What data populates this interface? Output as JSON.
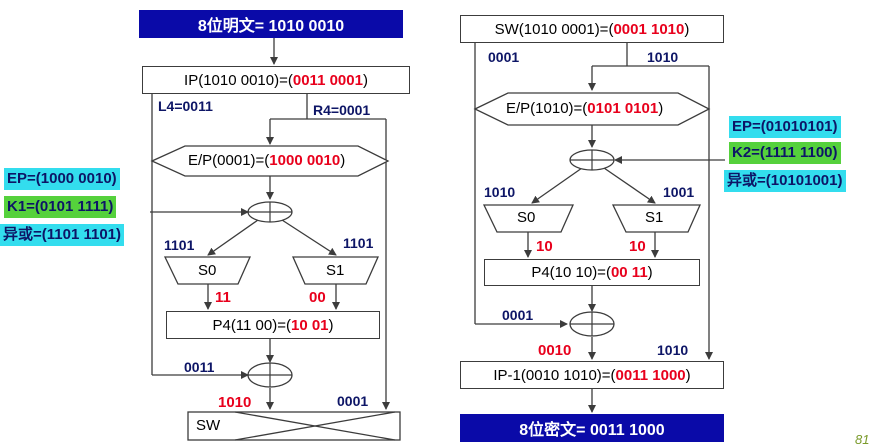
{
  "left": {
    "plaintext_label": "8位明文= 1010 0010",
    "ip_prefix": "IP(1010 0010)=(",
    "ip_value": "0011 0001",
    "ip_suffix": ")",
    "l4_label": "L4=0011",
    "r4_label": "R4=0001",
    "ep_prefix": "E/P(0001)=(",
    "ep_value": "1000 0010",
    "ep_suffix": ")",
    "ep_key_label": "EP=(1000 0010)",
    "k1_label": "K1=(0101 1111)",
    "xor_label": "异或=(1101 1101)",
    "s0_input": "1101",
    "s1_input": "1101",
    "s0_label": "S0",
    "s1_label": "S1",
    "s0_output": "11",
    "s1_output": "00",
    "p4_prefix": "P4(11 00)=(",
    "p4_value": "10 01",
    "p4_suffix": ")",
    "xor_in_label": "0011",
    "xor_out_label": "1010",
    "r_pass_label": "0001",
    "sw_label": "SW"
  },
  "right": {
    "sw_prefix": "SW(1010 0001)=(",
    "sw_value": "0001 1010",
    "sw_suffix": ")",
    "left_half": "0001",
    "right_half": "1010",
    "ep_prefix": "E/P(1010)=(",
    "ep_value": "0101 0101",
    "ep_suffix": ")",
    "ep_key_label": "EP=(01010101)",
    "k2_label": "K2=(1111 1100)",
    "xor_label": "异或=(10101001)",
    "s0_input": "1010",
    "s1_input": "1001",
    "s0_label": "S0",
    "s1_label": "S1",
    "s0_output": "10",
    "s1_output": "10",
    "p4_prefix": "P4(10 10)=(",
    "p4_value": "00 11",
    "p4_suffix": ")",
    "xor_in_label": "0001",
    "xor_out_label": "0010",
    "r_pass_label": "1010",
    "ip_inv_prefix": "IP-1(0010 1010)=(",
    "ip_inv_value": "0011 1000",
    "ip_inv_suffix": ")",
    "ciphertext_label": "8位密文= 0011  1000"
  },
  "page_number": "81",
  "colors": {
    "header_bg": "#0a0aa8",
    "accent_red": "#e8001c",
    "label_blue": "#0d1566",
    "key_cyan": "#33ddee",
    "key_green": "#55d13c"
  }
}
